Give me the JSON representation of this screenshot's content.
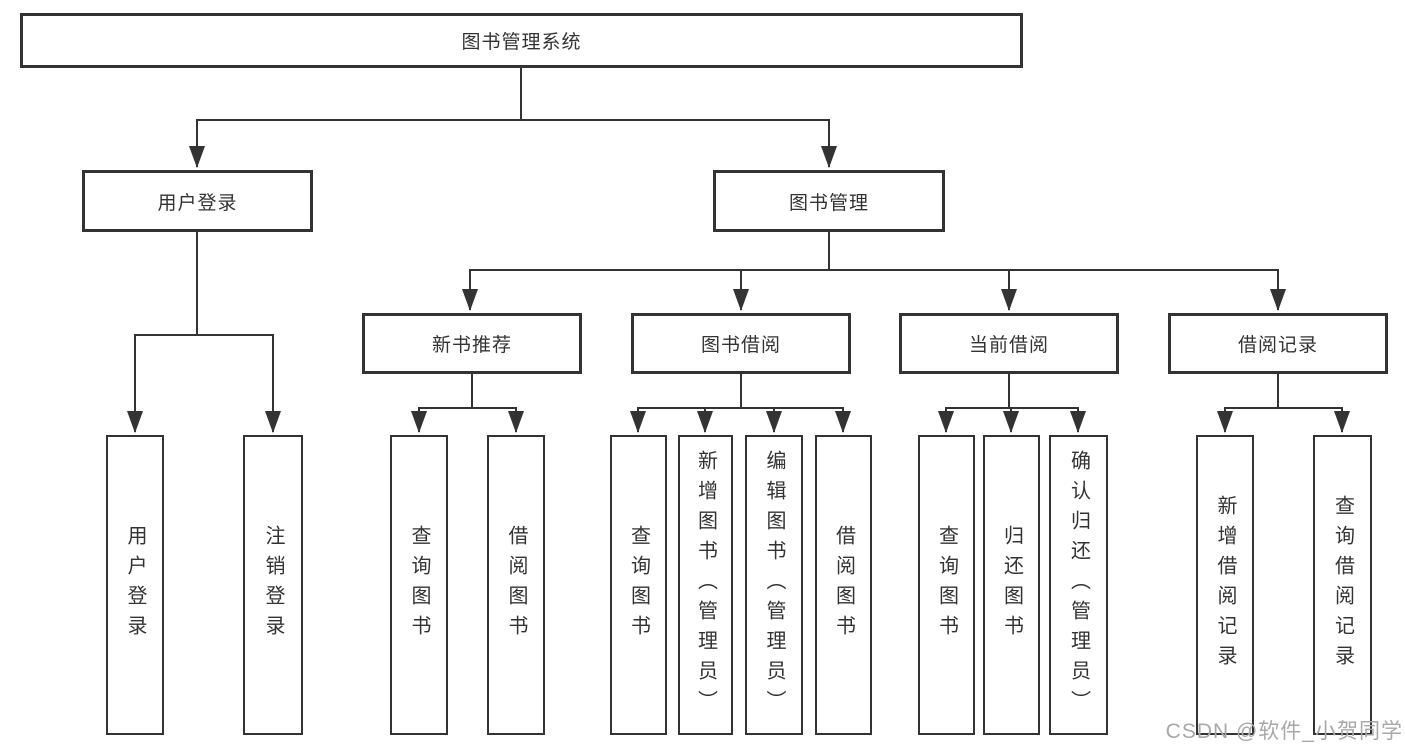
{
  "diagram": {
    "root": {
      "label": "图书管理系统"
    },
    "user_login": {
      "label": "用户登录",
      "children": [
        {
          "label": "用户登录"
        },
        {
          "label": "注销登录"
        }
      ]
    },
    "book_mgmt": {
      "label": "图书管理",
      "groups": [
        {
          "label": "新书推荐",
          "children": [
            {
              "label": "查询图书"
            },
            {
              "label": "借阅图书"
            }
          ]
        },
        {
          "label": "图书借阅",
          "children": [
            {
              "label": "查询图书"
            },
            {
              "label": "新增图书（管理员）"
            },
            {
              "label": "编辑图书（管理员）"
            },
            {
              "label": "借阅图书"
            }
          ]
        },
        {
          "label": "当前借阅",
          "children": [
            {
              "label": "查询图书"
            },
            {
              "label": "归还图书"
            },
            {
              "label": "确认归还（管理员）"
            }
          ]
        },
        {
          "label": "借阅记录",
          "children": [
            {
              "label": "新增借阅记录"
            },
            {
              "label": "查询借阅记录"
            }
          ]
        }
      ]
    }
  },
  "watermark": {
    "text": "CSDN @软件_小贺同学"
  },
  "colors": {
    "line": "#333333",
    "text": "#333333",
    "box_background": "#ffffff",
    "page_background": "#ffffff",
    "watermark": "#a8a8a8"
  }
}
